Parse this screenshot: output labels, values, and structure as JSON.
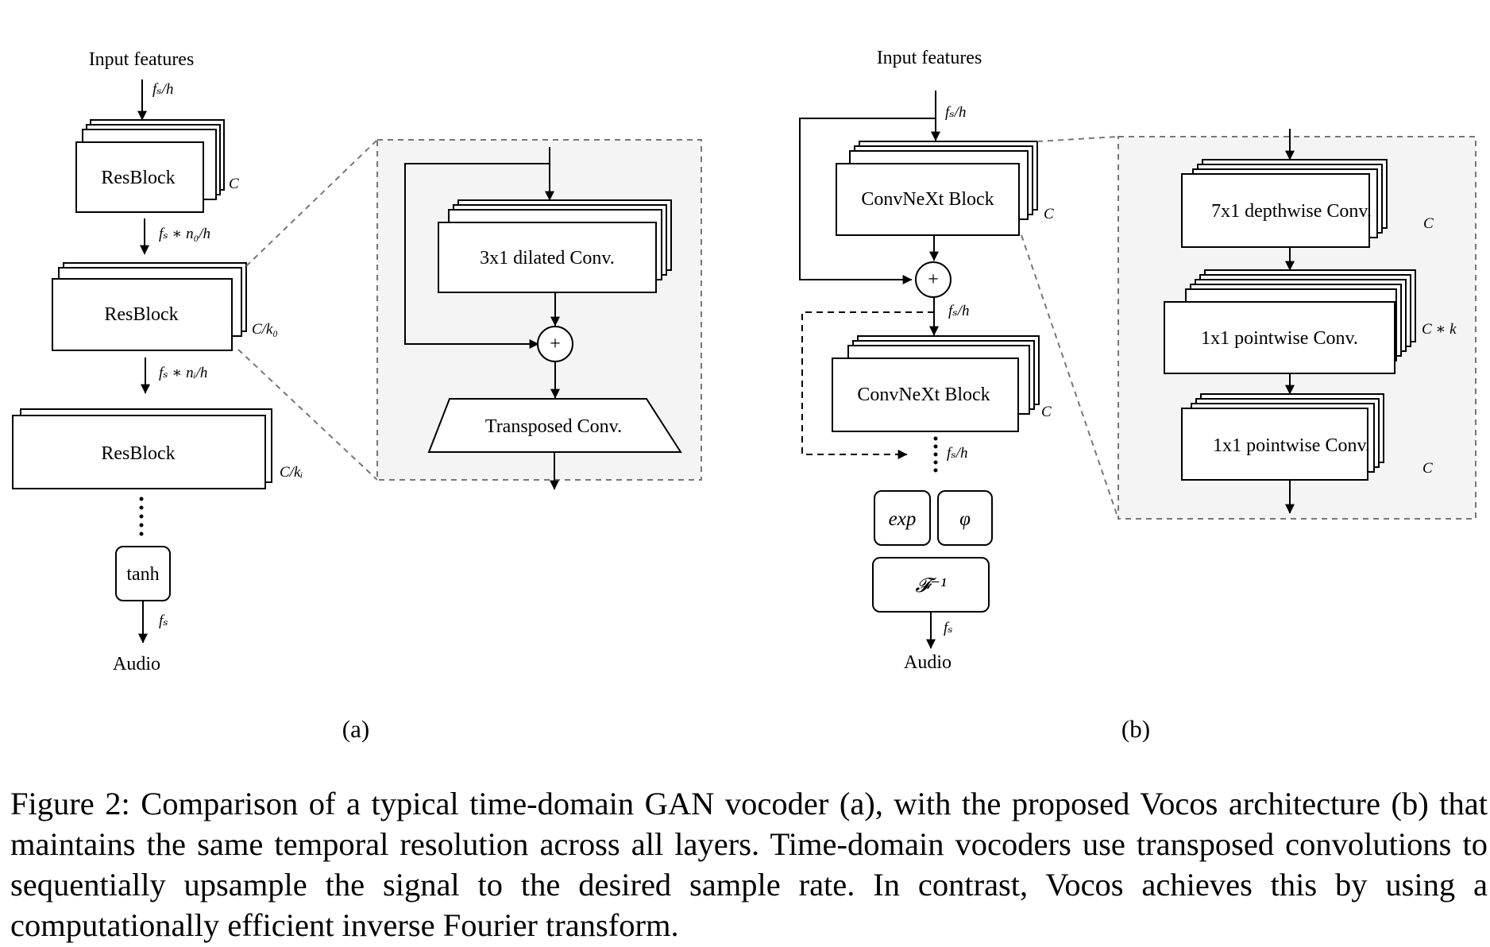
{
  "figure": {
    "panel_a": {
      "label": "(a)",
      "input": "Input features",
      "output": "Audio",
      "blocks": [
        "ResBlock",
        "ResBlock",
        "ResBlock"
      ],
      "dims": [
        "C",
        "C/k₀",
        "C/kᵢ"
      ],
      "rates": [
        "fₛ/h",
        "fₛ ∗ n₀/h",
        "fₛ ∗ nᵢ/h",
        "fₛ"
      ],
      "act": "tanh",
      "detail": {
        "conv": "3x1 dilated Conv.",
        "sum": "+",
        "upsample": "Transposed Conv."
      }
    },
    "panel_b": {
      "label": "(b)",
      "input": "Input features",
      "output": "Audio",
      "blocks": [
        "ConvNeXt Block",
        "ConvNeXt Block"
      ],
      "dims": [
        "C",
        "C"
      ],
      "rates": [
        "fₛ/h",
        "fₛ/h",
        "fₛ/h",
        "fₛ"
      ],
      "sum": "+",
      "heads": [
        "exp",
        "φ"
      ],
      "inverse": "𝓕⁻¹",
      "detail": {
        "layers": [
          "7x1 depthwise Conv.",
          "1x1 pointwise Conv.",
          "1x1 pointwise Conv."
        ],
        "dims": [
          "C",
          "C ∗ k",
          "C"
        ]
      }
    }
  },
  "caption": "Figure 2: Comparison of a typical time-domain GAN vocoder (a), with the proposed Vocos architecture (b) that maintains the same temporal resolution across all layers. Time-domain vocoders use transposed convolutions to sequentially upsample the signal to the desired sample rate. In contrast, Vocos achieves this by using a computationally efficient inverse Fourier transform."
}
